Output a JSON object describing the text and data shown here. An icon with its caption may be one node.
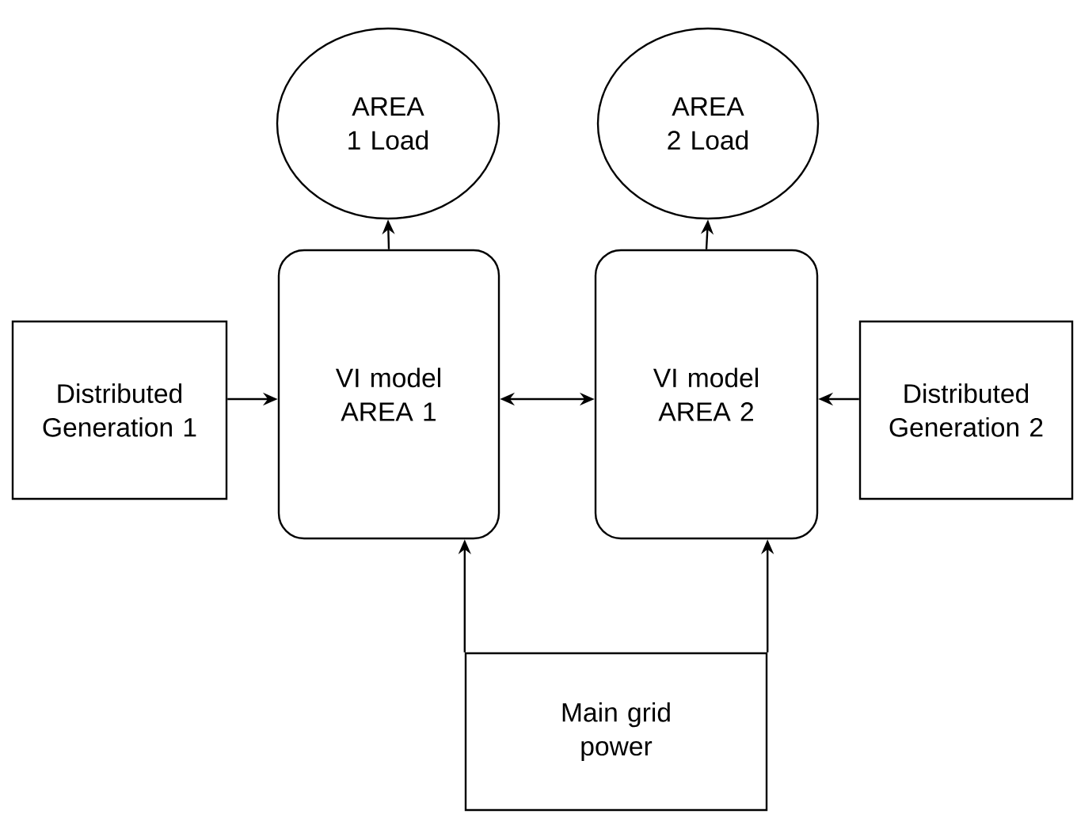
{
  "diagram": {
    "nodes": [
      {
        "text": [
          "AREA 1 Load"
        ]
      },
      {
        "text": [
          "AREA 2 Load"
        ]
      },
      {
        "text": [
          "Distributed Generation 1"
        ]
      },
      {
        "text": [
          "VI model AREA 1"
        ]
      },
      {
        "text": [
          "VI model AREA 2"
        ]
      },
      {
        "text": [
          "Distributed Generation 2"
        ]
      },
      {
        "text": [
          "Main grid power"
        ]
      }
    ],
    "edges": [
      {
        "from": 3,
        "to": 0,
        "arrow": "to"
      },
      {
        "from": 4,
        "to": 1,
        "arrow": "to"
      },
      {
        "from": 2,
        "to": 3,
        "arrow": "to"
      },
      {
        "from": 3,
        "to": 4,
        "arrow": "both"
      },
      {
        "from": 5,
        "to": 4,
        "arrow": "to"
      },
      {
        "from": 6,
        "to": 3,
        "arrow": "to"
      },
      {
        "from": 6,
        "to": 4,
        "arrow": "to"
      }
    ]
  }
}
